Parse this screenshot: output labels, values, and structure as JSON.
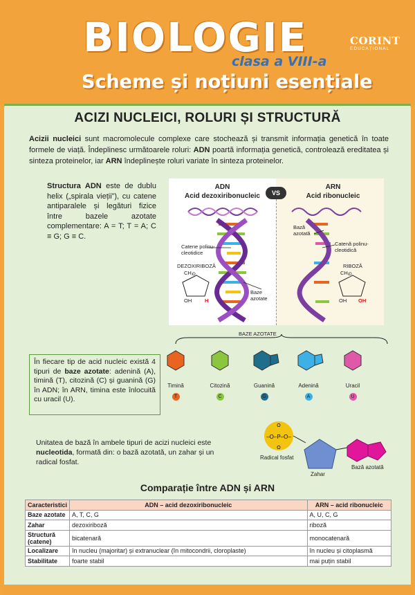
{
  "header": {
    "title": "BIOLOGIE",
    "grade": "clasa a VIII-a",
    "tagline": "Scheme și noțiuni esențiale",
    "logo_main": "CORINT",
    "logo_sub": "EDUCAȚIONAL"
  },
  "section": {
    "title": "ACIZI NUCLEICI, ROLURI ȘI STRUCTURĂ",
    "intro_b1": "Acizii nucleici",
    "intro_t1": " sunt macromolecule complexe care stochează și transmit informația genetică în toate formele de viață. Îndeplinesc următoarele roluri: ",
    "intro_b2": "ADN",
    "intro_t2": " poartă informația genetică, controlează ereditatea și sinteza proteinelor, iar ",
    "intro_b3": "ARN",
    "intro_t3": " îndeplinește roluri variate în sinteza proteinelor."
  },
  "structure": {
    "b1": "Structura ADN",
    "t1": " este de dublu helix („spirala vieții”), cu catene antiparalele și legături fizice între bazele azotate complementare: A = T; T = A; C ≡ G; G ≡ C."
  },
  "diagram": {
    "adn_title": "ADN",
    "adn_sub": "Acid dezoxiribonucleic",
    "arn_title": "ARN",
    "arn_sub": "Acid ribonucleic",
    "vs": "VS",
    "label_catene": "Catene polinu-\ncleotidice",
    "label_dezoxiriboza": "DEZOXIRIBOZĂ",
    "label_baze": "Baze\nazotate",
    "label_baza": "Bază\nazotată",
    "label_catena": "Catenă polinu-\ncleotidică",
    "label_riboza": "RIBOZĂ",
    "sugar_ch2": "CH₂",
    "sugar_oh": "OH",
    "sugar_h": "H",
    "sugar_o": "O"
  },
  "bases": {
    "title": "BAZE AZOTATE",
    "items": [
      {
        "name": "Timină",
        "letter": "T",
        "color": "#e8641f"
      },
      {
        "name": "Citozină",
        "letter": "C",
        "color": "#8cc63e"
      },
      {
        "name": "Guanină",
        "letter": "G",
        "color": "#1f6e8c"
      },
      {
        "name": "Adenină",
        "letter": "A",
        "color": "#3db0e6"
      },
      {
        "name": "Uracil",
        "letter": "U",
        "color": "#e058a8"
      }
    ]
  },
  "nucleic_box": {
    "t1": "În fiecare tip de acid nucleic există 4 tipuri de ",
    "b1": "baze azotate",
    "t2": ": adenină (A), timină (T), citozină (C) și guanină (G) în ADN; în ARN, timina este înlocuită cu uracil (U)."
  },
  "unit": {
    "t1": "Unitatea de bază în ambele tipuri de acizi nucleici este ",
    "b1": "nucleotida",
    "t2": ", formată din: o bază azotată, un zahar și un radical fosfat.",
    "label_fosfat": "Radical fosfat",
    "label_zahar": "Zahar",
    "label_baza": "Bază azotată"
  },
  "comparison": {
    "title": "Comparație între ADN și ARN",
    "headers": [
      "Caracteristici",
      "ADN – acid dezoxiribonucleic",
      "ARN – acid ribonucleic"
    ],
    "rows": [
      [
        "Baze azotate",
        "A, T, C, G",
        "A, U, C, G"
      ],
      [
        "Zahar",
        "dezoxiriboză",
        "riboză"
      ],
      [
        "Structură (catene)",
        "bicatenară",
        "monocatenară"
      ],
      [
        "Localizare",
        "în nucleu (majoritar) și extranuclear (în mitocondrii, cloroplaste)",
        "în nucleu și citoplasmă"
      ],
      [
        "Stabilitate",
        "foarte stabil",
        "mai puțin stabil"
      ]
    ]
  }
}
